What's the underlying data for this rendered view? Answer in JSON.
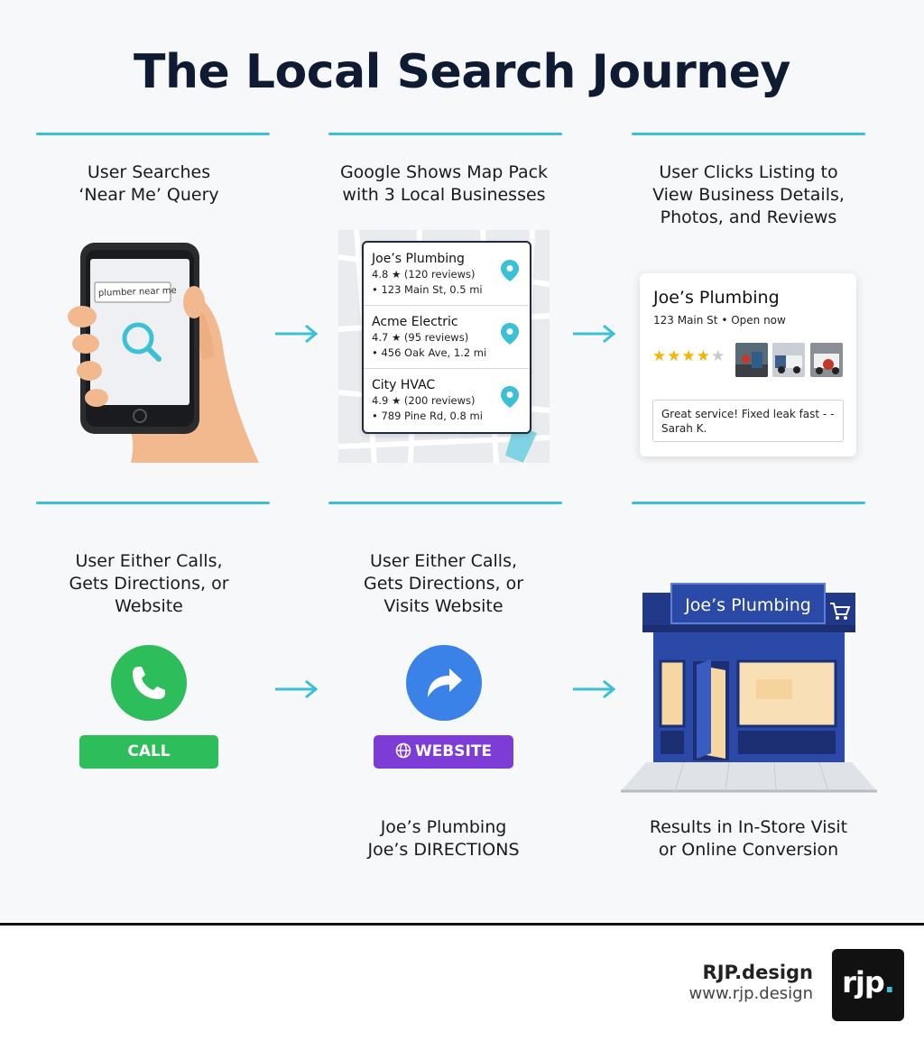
{
  "title": "The Local Search Journey",
  "steps": {
    "search": {
      "line1": "User Searches",
      "line2": "‘Near Me’ Query"
    },
    "map_pack": {
      "line1": "Google Shows Map Pack",
      "line2": "with 3 Local Businesses"
    },
    "listing": {
      "line1": "User Clicks Listing to",
      "line2": "View Business Details,",
      "line3": "Photos, and Reviews"
    },
    "action_left": {
      "line1": "User Either Calls,",
      "line2": "Gets Directions, or",
      "line3": "Website"
    },
    "action_mid": {
      "line1": "User Either Calls,",
      "line2": "Gets Directions, or",
      "line3": "Visits Website"
    },
    "directions": {
      "line1": "Joe’s Plumbing",
      "line2": "Joe’s DIRECTIONS"
    },
    "result": {
      "line1": "Results in In-Store Visit",
      "line2": "or Online Conversion"
    }
  },
  "phone": {
    "search_text": "plumber near me"
  },
  "map_listings": [
    {
      "name": "Joe’s Plumbing",
      "rating": "4.8 ★ (120 reviews)",
      "address": "• 123 Main St, 0.5 mi"
    },
    {
      "name": "Acme Electric",
      "rating": "4.7 ★ (95 reviews)",
      "address": "• 456 Oak Ave, 1.2 mi"
    },
    {
      "name": "City HVAC",
      "rating": "4.9 ★ (200 reviews)",
      "address": "• 789 Pine Rd, 0.8 mi"
    }
  ],
  "detail_card": {
    "name": "Joe’s Plumbing",
    "subtitle": "123 Main St • Open now",
    "stars": "★★★★",
    "empty_star": "★",
    "review": "Great service! Fixed leak fast - - Sarah K."
  },
  "buttons": {
    "call": "CALL",
    "website": "WEBSITE"
  },
  "storefront": {
    "sign": "Joe’s Plumbing"
  },
  "footer": {
    "brand": "RJP.design",
    "url": "www.rjp.design",
    "logo_text": "rjp",
    "logo_dot": "."
  },
  "colors": {
    "accent": "#3cc0d6",
    "call_green": "#2ebd5b",
    "website_purple": "#7e3cd6",
    "directions_blue": "#3b82e8",
    "store_blue": "#2b4aa8"
  }
}
